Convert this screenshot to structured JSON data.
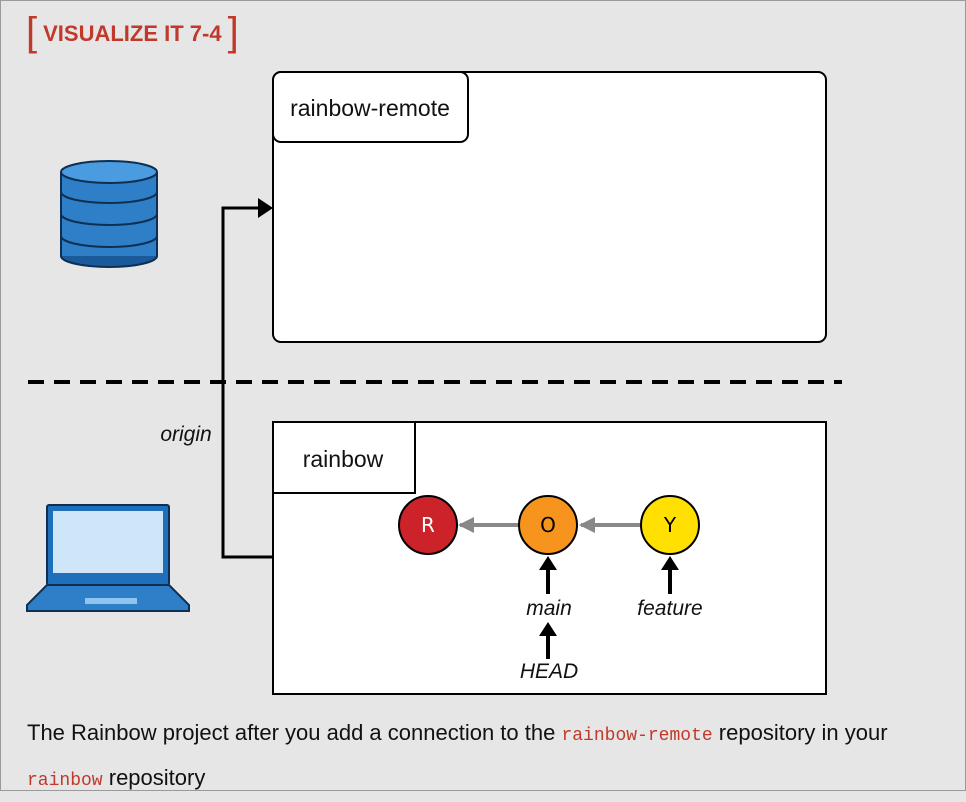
{
  "header": {
    "title": "VISUALIZE IT 7-4",
    "bracket_open": "[",
    "bracket_close": "]"
  },
  "remote_repo": {
    "label": "rainbow-remote",
    "icon": "database-icon"
  },
  "local_repo": {
    "label": "rainbow",
    "icon": "laptop-icon"
  },
  "connection": {
    "label": "origin"
  },
  "commits": [
    {
      "id": "R",
      "color": "#cc2229"
    },
    {
      "id": "O",
      "color": "#f7941d"
    },
    {
      "id": "Y",
      "color": "#ffe000"
    }
  ],
  "branches": {
    "main": "main",
    "feature": "feature",
    "head": "HEAD"
  },
  "caption": {
    "part1": "The Rainbow project after you add a connection to the ",
    "code1": "rainbow-remote",
    "part2": " repository in your ",
    "code2": "rainbow",
    "part3": " repository"
  },
  "colors": {
    "accent": "#c0392b",
    "icon_blue": "#1f6fba",
    "icon_light_blue": "#3d8fd6",
    "arrow_gray": "#888888"
  }
}
